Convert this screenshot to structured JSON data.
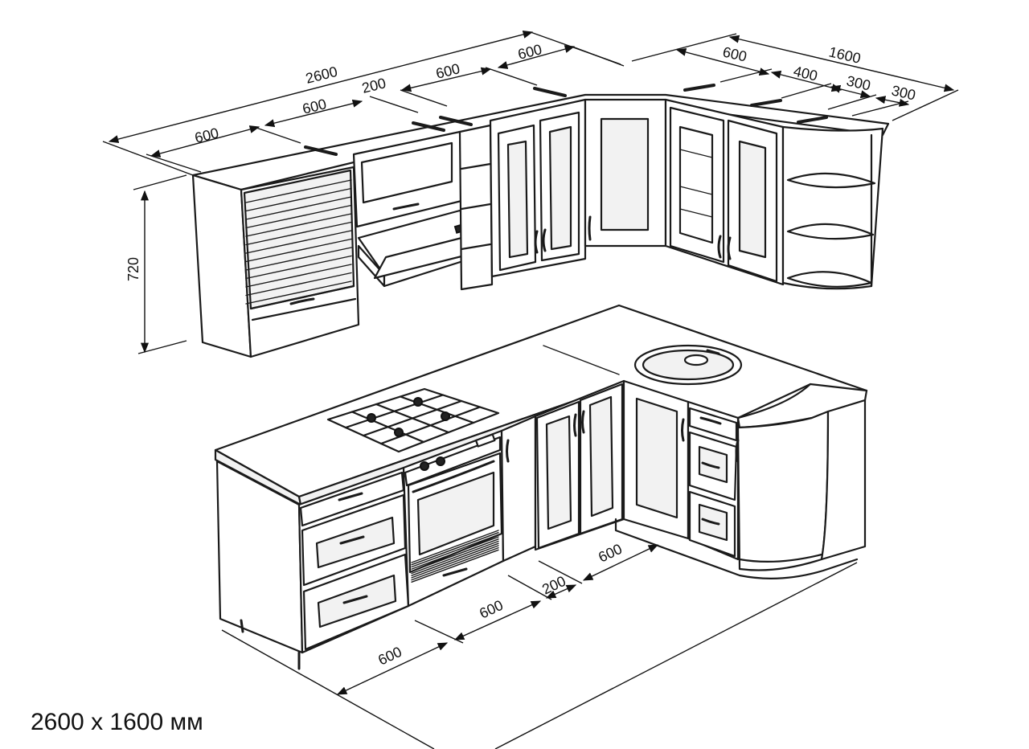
{
  "caption": "2600 x 1600 мм",
  "upper": {
    "dim_total_left": "2600",
    "dim_total_right": "1600",
    "dim_height": "720",
    "dims_left": [
      "600",
      "600",
      "200",
      "600",
      "600"
    ],
    "dims_right": [
      "600",
      "400",
      "300",
      "300"
    ]
  },
  "lower": {
    "dims": [
      "600",
      "600",
      "200",
      "600"
    ]
  },
  "icons": {
    "arrow": "arrowhead-icon"
  }
}
